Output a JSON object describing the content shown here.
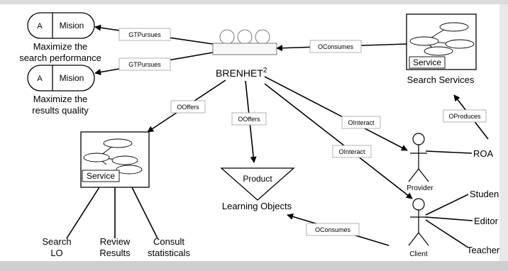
{
  "nodes": {
    "mission1": {
      "letter": "A",
      "label": "Mision",
      "caption_line1": "Maximize the",
      "caption_line2": "search performance"
    },
    "mission2": {
      "letter": "A",
      "label": "Mision",
      "caption_line1": "Maximize the",
      "caption_line2": "results quality"
    },
    "brenhet": {
      "label": "BRENHET",
      "superscript": "2"
    },
    "search_services": {
      "box_label": "Service",
      "caption": "Search Services"
    },
    "service": {
      "box_label": "Service"
    },
    "product": {
      "label": "Product",
      "caption": "Learning Objects"
    },
    "roa": {
      "label": "ROA"
    },
    "provider": {
      "label": "Provider"
    },
    "client": {
      "label": "Client"
    },
    "student": {
      "label": "Studen"
    },
    "editor": {
      "label": "Editor"
    },
    "teacher": {
      "label": "Teacher"
    },
    "search_lo": {
      "line1": "Search",
      "line2": "LO"
    },
    "review_results": {
      "line1": "Review",
      "line2": "Results"
    },
    "consult": {
      "line1": "Consult",
      "line2": "statisticals"
    }
  },
  "edges": {
    "gtpursues1": "GTPursues",
    "gtpursues2": "GTPursues",
    "oconsumes_services": "OConsumes",
    "ooffers_service": "OOffers",
    "ooffers_product": "OOffers",
    "ointeract_provider": "OInteract",
    "ointeract_client": "OInteract",
    "oproduces": "OProduces",
    "oconsumes_client": "OConsumes"
  }
}
